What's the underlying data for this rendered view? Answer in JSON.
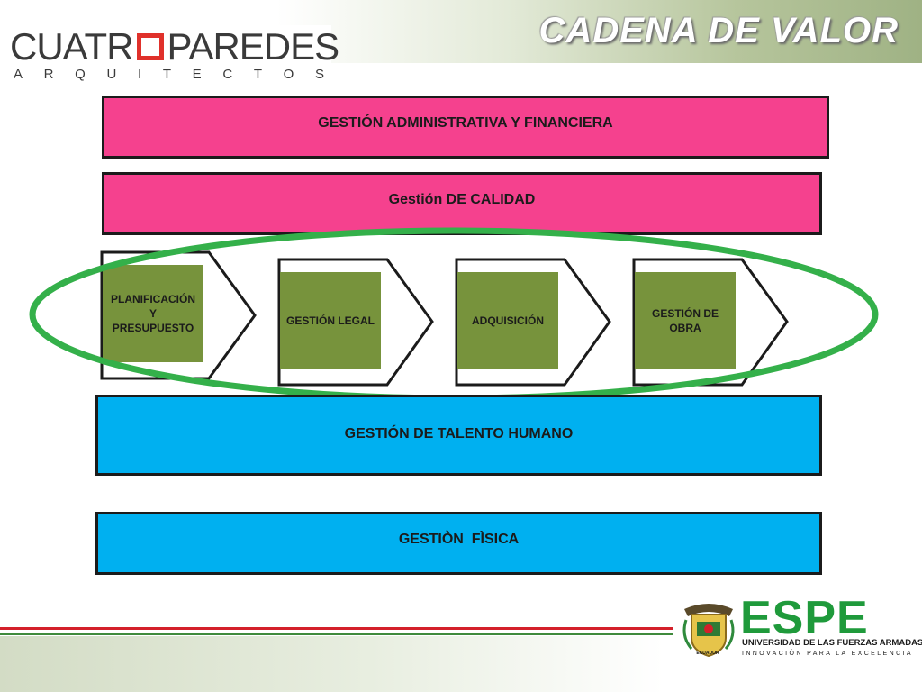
{
  "slide": {
    "title": "CADENA DE VALOR"
  },
  "logo": {
    "main_left": "CUATR",
    "main_right": "PAREDES",
    "sub_letters": [
      "A",
      "R",
      "Q",
      "U",
      "I",
      "T",
      "E",
      "C",
      "T",
      "O",
      "S"
    ]
  },
  "bands": {
    "admin": "GESTIÓN ADMINISTRATIVA Y FINANCIERA",
    "calidad": "Gestión DE CALIDAD",
    "talento": "GESTIÓN DE TALENTO HUMANO",
    "fisica": "GESTIÒN  FÌSICA"
  },
  "process": {
    "steps": [
      {
        "line1": "PLANIFICACIÓN",
        "line2": "Y",
        "line3": "PRESUPUESTO"
      },
      {
        "line1": "GESTIÓN LEGAL",
        "line2": "",
        "line3": ""
      },
      {
        "line1": "ADQUISICIÓN",
        "line2": "",
        "line3": ""
      },
      {
        "line1": "GESTIÓN DE",
        "line2": "OBRA",
        "line3": ""
      }
    ]
  },
  "footer": {
    "brand": "ESPE",
    "university": "UNIVERSIDAD DE LAS FUERZAS ARMADAS",
    "motto": "INNOVACIÓN PARA LA EXCELENCIA",
    "seal_text": "ECUADOR"
  },
  "colors": {
    "pink": "#f5418e",
    "blue": "#00b0f0",
    "olive": "#77933c",
    "highlight_green": "#34b04a",
    "espe_green": "#1f9a3b"
  }
}
